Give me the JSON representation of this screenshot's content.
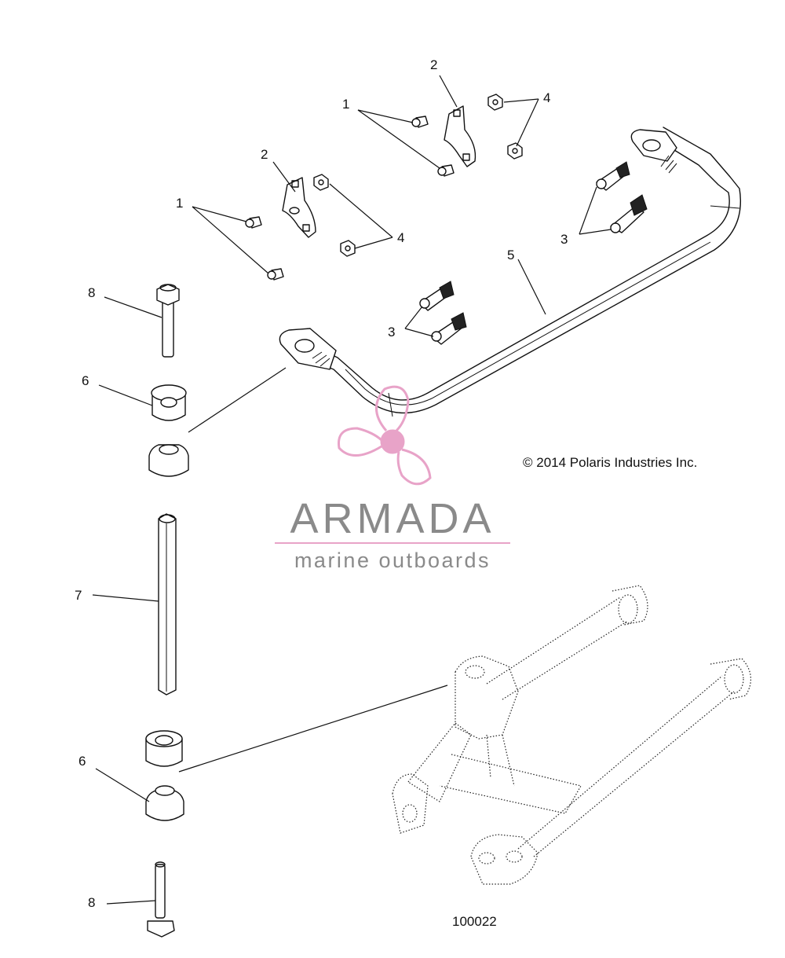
{
  "callouts": {
    "c1a": "1",
    "c1b": "1",
    "c2a": "2",
    "c2b": "2",
    "c3a": "3",
    "c3b": "3",
    "c4a": "4",
    "c4b": "4",
    "c5": "5",
    "c6a": "6",
    "c6b": "6",
    "c7": "7",
    "c8a": "8",
    "c8b": "8"
  },
  "copyright": "© 2014 Polaris Industries Inc.",
  "reference_number": "100022",
  "watermark": {
    "brand": "ARMADA",
    "tagline": "marine outboards",
    "brand_color": "#8a8a8a",
    "accent_color": "#e8a3c8"
  }
}
